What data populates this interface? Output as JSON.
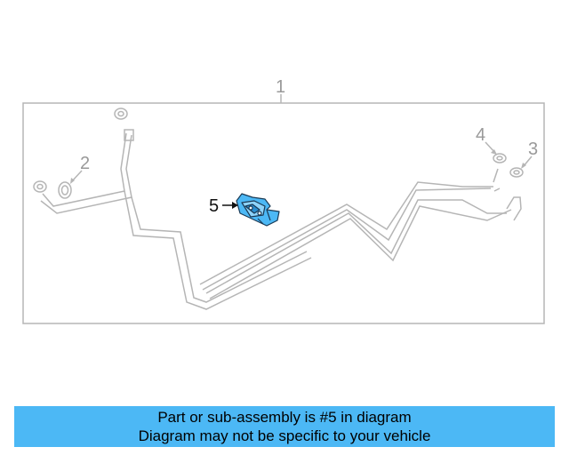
{
  "diagram": {
    "callouts": {
      "c1": "1",
      "c2": "2",
      "c3": "3",
      "c4": "4",
      "c5": "5"
    },
    "colors": {
      "line": "#b5b5b5",
      "highlight": "#4cb8f5",
      "banner": "#4cb8f5"
    }
  },
  "banner": {
    "line1": "Part or sub-assembly is #5 in diagram",
    "line2": "Diagram may not be specific to your vehicle"
  }
}
